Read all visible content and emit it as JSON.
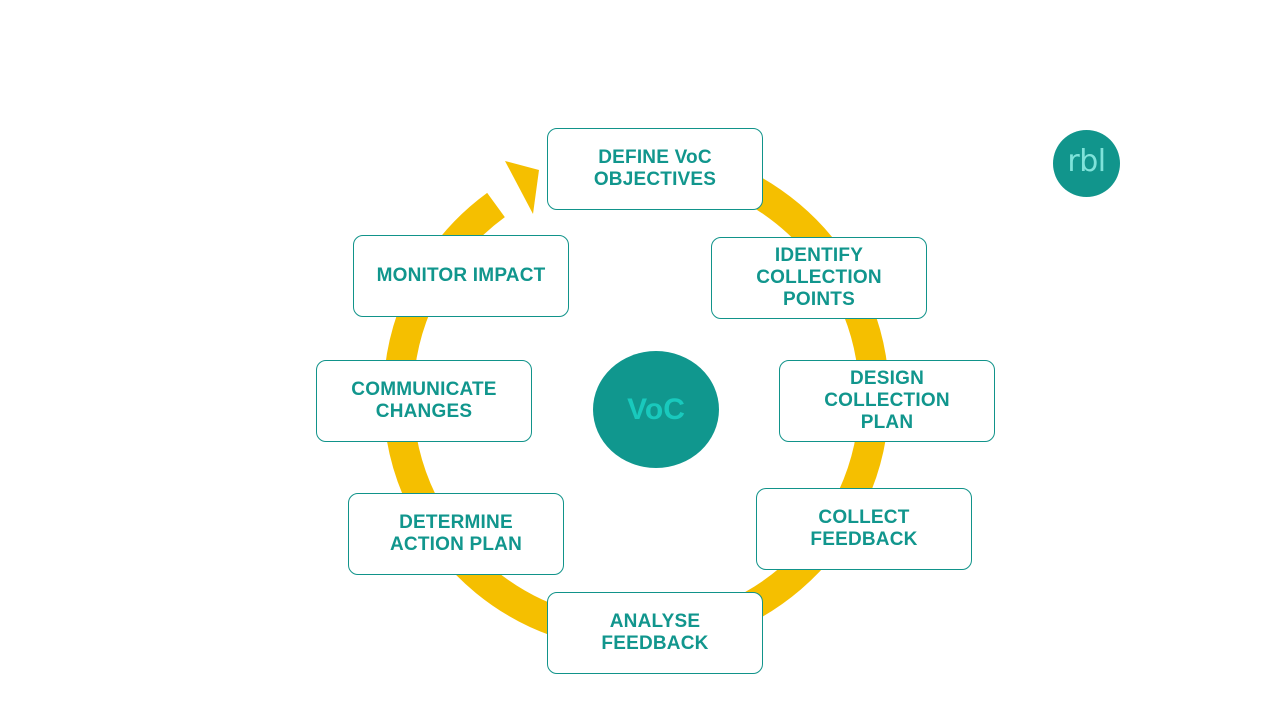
{
  "colors": {
    "ring": "#f5bf00",
    "teal": "#11968d",
    "hub_text": "#19c9bd"
  },
  "center": {
    "label": "VoC"
  },
  "logo": {
    "text": "rbl"
  },
  "steps": [
    {
      "label": "DEFINE VoC\nOBJECTIVES"
    },
    {
      "label": "IDENTIFY\nCOLLECTION\nPOINTS"
    },
    {
      "label": "DESIGN\nCOLLECTION\nPLAN"
    },
    {
      "label": "COLLECT\nFEEDBACK"
    },
    {
      "label": "ANALYSE\nFEEDBACK"
    },
    {
      "label": "DETERMINE\nACTION PLAN"
    },
    {
      "label": "COMMUNICATE\nCHANGES"
    },
    {
      "label": "MONITOR IMPACT"
    }
  ]
}
